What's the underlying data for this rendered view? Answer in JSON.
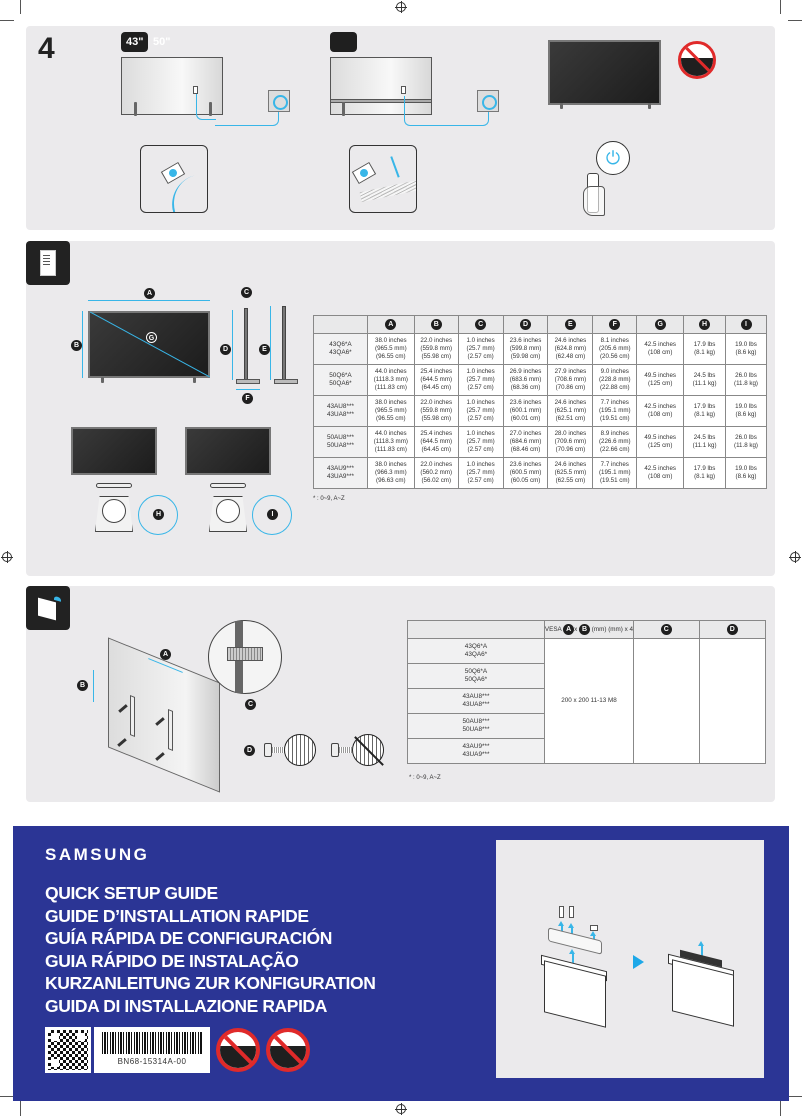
{
  "step1": {
    "step_number": "4",
    "size_badge_active": "43\"",
    "size_badge_alt": "50\"",
    "size_badge_second": "",
    "icons": [
      "tv-back-icon",
      "power-outlet-icon",
      "plug-inset-icon",
      "tv-front-icon",
      "no-touch-screen-icon",
      "remote-power-icon"
    ],
    "accent_color": "#38b6e8"
  },
  "specs": {
    "section_icon": "clipboard-icon",
    "diagram_labels": [
      "A",
      "B",
      "C",
      "D",
      "E",
      "F",
      "G",
      "H",
      "I"
    ],
    "headers": [
      "",
      "A",
      "B",
      "C",
      "D",
      "E",
      "F",
      "G",
      "H",
      "I"
    ],
    "rows": [
      {
        "models": [
          "43Q6*A",
          "43QA6*"
        ],
        "A": [
          "38.0 inches",
          "(965.5 mm)",
          "(96.55 cm)"
        ],
        "B": [
          "22.0 inches",
          "(559.8 mm)",
          "(55.98 cm)"
        ],
        "C": [
          "1.0 inches",
          "(25.7 mm)",
          "(2.57 cm)"
        ],
        "D": [
          "23.6 inches",
          "(599.8 mm)",
          "(59.98 cm)"
        ],
        "E": [
          "24.6 inches",
          "(624.8 mm)",
          "(62.48 cm)"
        ],
        "F": [
          "8.1 inches",
          "(205.6 mm)",
          "(20.56 cm)"
        ],
        "G": [
          "42.5 inches",
          "(108 cm)"
        ],
        "H": [
          "17.9 lbs",
          "(8.1 kg)"
        ],
        "I": [
          "19.0 lbs",
          "(8.6 kg)"
        ]
      },
      {
        "models": [
          "50Q6*A",
          "50QA6*"
        ],
        "A": [
          "44.0 inches",
          "(1118.3 mm)",
          "(111.83 cm)"
        ],
        "B": [
          "25.4 inches",
          "(644.5 mm)",
          "(64.45 cm)"
        ],
        "C": [
          "1.0 inches",
          "(25.7 mm)",
          "(2.57 cm)"
        ],
        "D": [
          "26.9 inches",
          "(683.6 mm)",
          "(68.36 cm)"
        ],
        "E": [
          "27.9 inches",
          "(708.6 mm)",
          "(70.86 cm)"
        ],
        "F": [
          "9.0 inches",
          "(228.8 mm)",
          "(22.88 cm)"
        ],
        "G": [
          "49.5 inches",
          "(125 cm)"
        ],
        "H": [
          "24.5 lbs",
          "(11.1 kg)"
        ],
        "I": [
          "26.0 lbs",
          "(11.8 kg)"
        ]
      },
      {
        "models": [
          "43AU8***",
          "43UA8***"
        ],
        "A": [
          "38.0 inches",
          "(965.5 mm)",
          "(96.55 cm)"
        ],
        "B": [
          "22.0 inches",
          "(559.8 mm)",
          "(55.98 cm)"
        ],
        "C": [
          "1.0 inches",
          "(25.7 mm)",
          "(2.57 cm)"
        ],
        "D": [
          "23.6 inches",
          "(600.1 mm)",
          "(60.01 cm)"
        ],
        "E": [
          "24.6 inches",
          "(625.1 mm)",
          "(62.51 cm)"
        ],
        "F": [
          "7.7 inches",
          "(195.1 mm)",
          "(19.51 cm)"
        ],
        "G": [
          "42.5 inches",
          "(108 cm)"
        ],
        "H": [
          "17.9 lbs",
          "(8.1 kg)"
        ],
        "I": [
          "19.0 lbs",
          "(8.6 kg)"
        ]
      },
      {
        "models": [
          "50AU8***",
          "50UA8***"
        ],
        "A": [
          "44.0 inches",
          "(1118.3 mm)",
          "(111.83 cm)"
        ],
        "B": [
          "25.4 inches",
          "(644.5 mm)",
          "(64.45 cm)"
        ],
        "C": [
          "1.0 inches",
          "(25.7 mm)",
          "(2.57 cm)"
        ],
        "D": [
          "27.0 inches",
          "(684.6 mm)",
          "(68.46 cm)"
        ],
        "E": [
          "28.0 inches",
          "(709.6 mm)",
          "(70.96 cm)"
        ],
        "F": [
          "8.9 inches",
          "(226.6 mm)",
          "(22.66 cm)"
        ],
        "G": [
          "49.5 inches",
          "(125 cm)"
        ],
        "H": [
          "24.5 lbs",
          "(11.1 kg)"
        ],
        "I": [
          "26.0 lbs",
          "(11.8 kg)"
        ]
      },
      {
        "models": [
          "43AU9***",
          "43UA9***"
        ],
        "A": [
          "38.0 inches",
          "(966.3 mm)",
          "(96.63 cm)"
        ],
        "B": [
          "22.0 inches",
          "(560.2 mm)",
          "(56.02 cm)"
        ],
        "C": [
          "1.0 inches",
          "(25.7 mm)",
          "(2.57 cm)"
        ],
        "D": [
          "23.6 inches",
          "(600.5 mm)",
          "(60.05 cm)"
        ],
        "E": [
          "24.6 inches",
          "(625.5 mm)",
          "(62.55 cm)"
        ],
        "F": [
          "7.7 inches",
          "(195.1 mm)",
          "(19.51 cm)"
        ],
        "G": [
          "42.5 inches",
          "(108 cm)"
        ],
        "H": [
          "17.9 lbs",
          "(8.1 kg)"
        ],
        "I": [
          "19.0 lbs",
          "(8.6 kg)"
        ]
      }
    ],
    "footnote": "* : 0~9, A~Z"
  },
  "wallmount": {
    "section_icon": "wall-mount-icon",
    "header_vesa_prefix": "VESA",
    "header_vesa_a": "A",
    "header_vesa_x": "x",
    "header_vesa_b": "B",
    "header_vesa_suffix": "(mm) (mm) x 4",
    "header_c": "C",
    "header_d": "D",
    "models": [
      [
        "43Q6*A",
        "43QA6*"
      ],
      [
        "50Q6*A",
        "50QA6*"
      ],
      [
        "43AU8***",
        "43UA8***"
      ],
      [
        "50AU8***",
        "50UA8***"
      ],
      [
        "43AU9***",
        "43UA9***"
      ]
    ],
    "vesa_value": "200 x 200 11-13 M8",
    "c_value": "",
    "d_value": "",
    "footnote": "* : 0~9, A~Z",
    "diagram_labels": [
      "A",
      "B",
      "C",
      "D"
    ]
  },
  "cover": {
    "brand": "SAMSUNG",
    "titles": [
      "QUICK SETUP GUIDE",
      "GUIDE D’INSTALLATION RAPIDE",
      "GUÍA RÁPIDA DE CONFIGURACIÓN",
      "GUIA RÁPIDO DE INSTALAÇÃO",
      "KURZANLEITUNG ZUR KONFIGURATION",
      "GUIDA DI INSTALLAZIONE RAPIDA"
    ],
    "part_number": "BN68-15314A-00",
    "background_color": "#2b3595",
    "icons": [
      "qr-code-icon",
      "barcode-icon",
      "no-press-screen-icon",
      "no-hold-screen-icon",
      "unboxing-diagram-icon"
    ]
  }
}
